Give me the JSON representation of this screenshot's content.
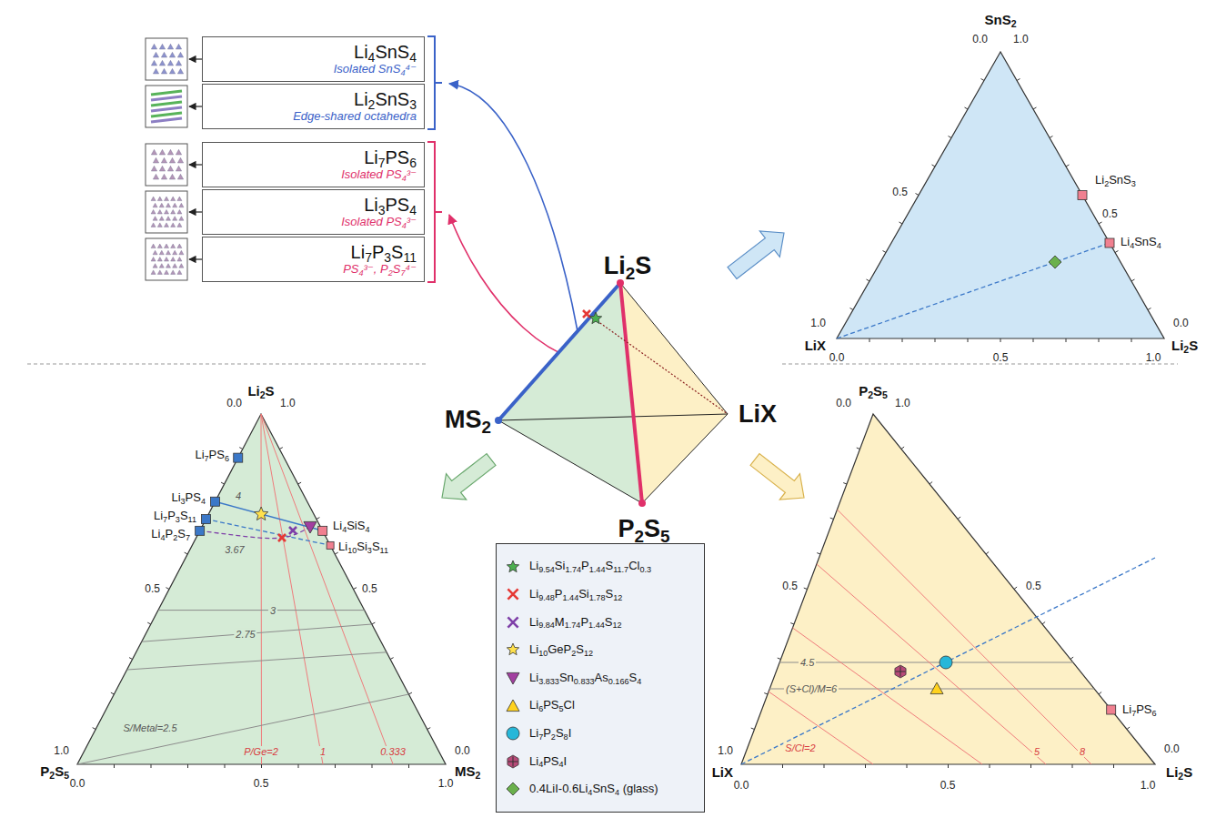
{
  "diagram": {
    "nodes": [
      {
        "text": [
          "Li4SnS4",
          "Isolated SnS4⁴⁻"
        ]
      },
      {
        "text": [
          "Li2SnS3",
          "Edge-shared octahedra"
        ]
      },
      {
        "text": [
          "Li7PS6",
          "Isolated PS4³⁻"
        ]
      },
      {
        "text": [
          "Li3PS4",
          "Isolated PS4³⁻"
        ]
      },
      {
        "text": [
          "Li7P3S11",
          "PS4³⁻, P2S7⁴⁻"
        ]
      }
    ],
    "labels": [
      "Li2S",
      "MS2",
      "LiX",
      "P2S5",
      "SnS2",
      "0.0",
      "1.0",
      "0.5",
      "Li2SnS3",
      "0.5",
      "Li4SnS4",
      "1.0",
      "LiX",
      "0.0",
      "Li2S",
      "0.0",
      "0.5",
      "1.0",
      "Li2S",
      "0.0",
      "1.0",
      "Li7PS6",
      "Li3PS4",
      "Li7P3S11",
      "Li4P2S7",
      "4",
      "3.67",
      "Li4SiS4",
      "Li10Si3S11",
      "0.5",
      "0.5",
      "3",
      "2.75",
      "S/Metal=2.5",
      "P/Ge=2",
      "1",
      "0.333",
      "1.0",
      "P2S5",
      "0.0",
      "0.5",
      "1.0",
      "0.0",
      "MS2",
      "P2S5",
      "0.0",
      "1.0",
      "0.5",
      "0.5",
      "4.5",
      "(S+Cl)/M=6",
      "Li7PS6",
      "S/Cl=2",
      "5",
      "8",
      "1.0",
      "LiX",
      "0.0",
      "0.5",
      "1.0",
      "0.0",
      "Li2S"
    ],
    "legend": [
      {
        "text": "Li9.54Si1.74P1.44S11.7Cl0.3"
      },
      {
        "text": "Li9.48P1.44Si1.78S12"
      },
      {
        "text": "Li9.84M1.74P1.44S12"
      },
      {
        "text": "Li10GeP2S12"
      },
      {
        "text": "Li3.833Sn0.833As0.166S4"
      },
      {
        "text": "Li6PS5Cl"
      },
      {
        "text": "Li7P2S8I"
      },
      {
        "text": "Li4PS4I"
      },
      {
        "text": "0.4LiI-0.6Li4SnS4 (glass)"
      }
    ]
  }
}
